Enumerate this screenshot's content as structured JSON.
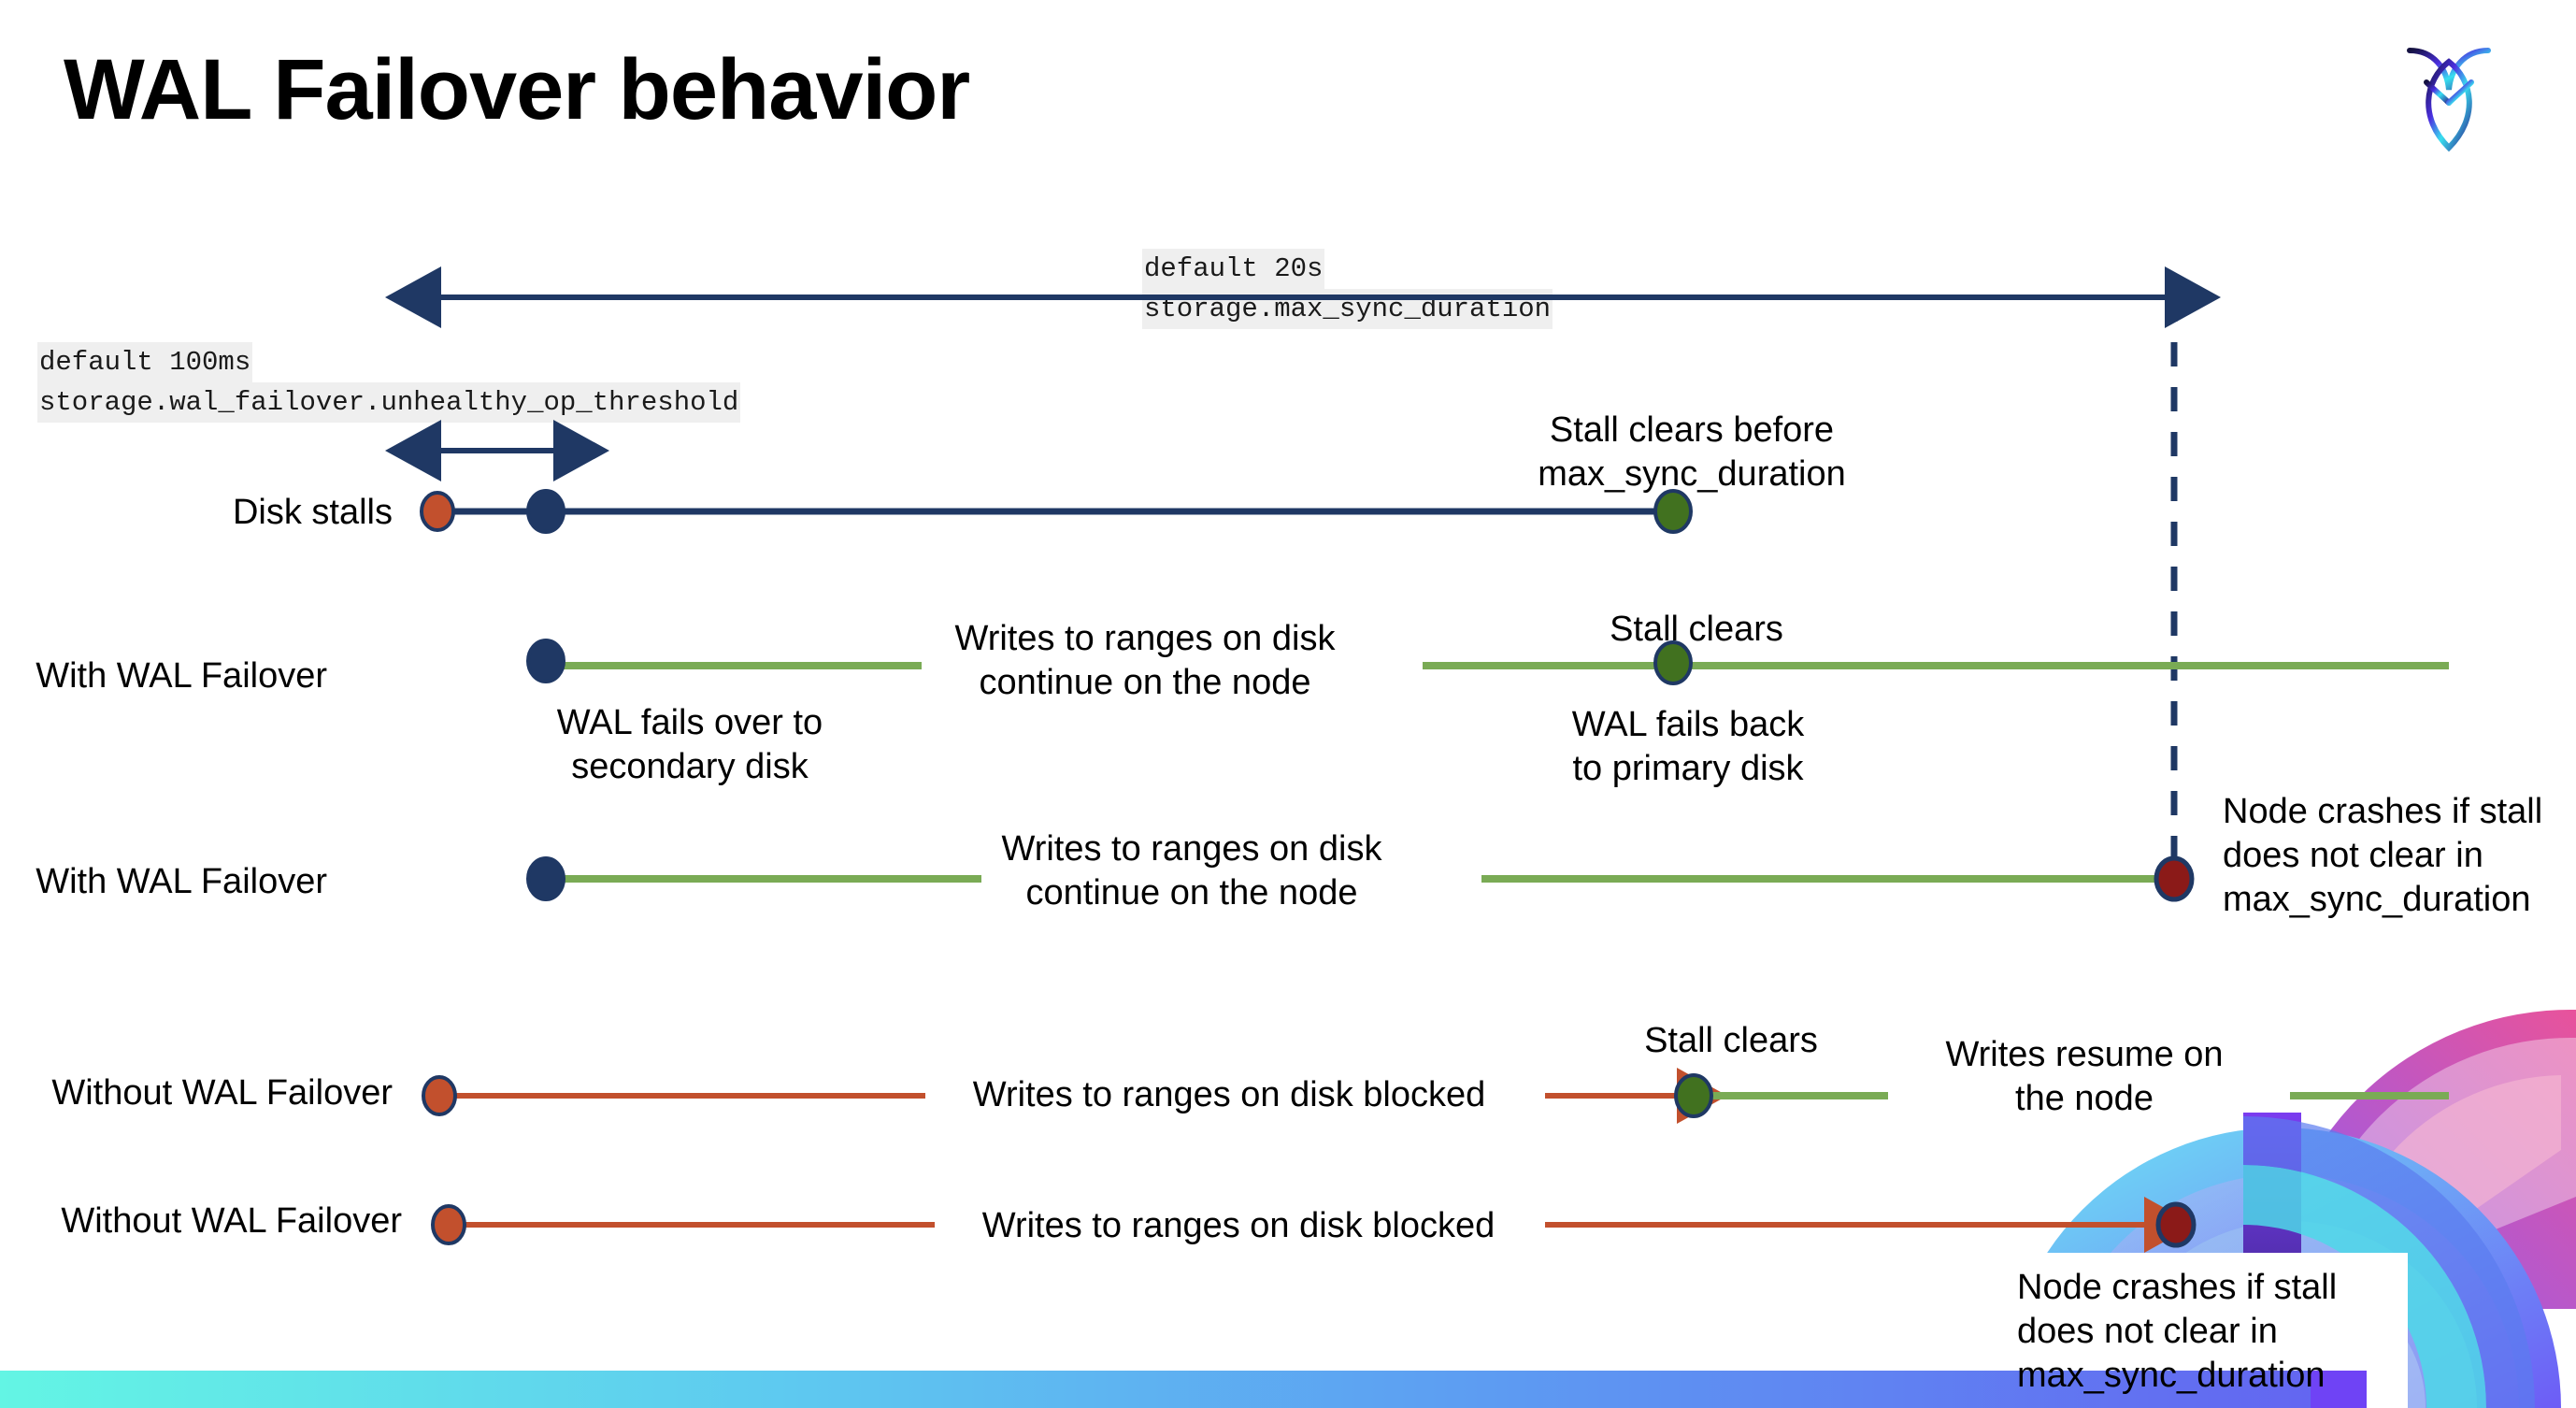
{
  "slide": {
    "title": "WAL Failover behavior",
    "logo_icon": "cockroachdb-logo"
  },
  "settings": {
    "max_sync": {
      "default_label": "default 20s",
      "setting_name": "storage.max_sync_duration"
    },
    "unhealthy_op": {
      "default_label": "default 100ms",
      "setting_name": "storage.wal_failover.unhealthy_op_threshold"
    }
  },
  "rows": [
    {
      "label": "Disk stalls"
    },
    {
      "label": "With WAL Failover"
    },
    {
      "label": "With WAL Failover"
    },
    {
      "label": "Without WAL Failover"
    },
    {
      "label": "Without WAL Failover"
    }
  ],
  "annotations": {
    "stall_clears_before": "Stall clears before\nmax_sync_duration",
    "wal_fails_over": "WAL fails over to\nsecondary disk",
    "writes_continue_1": "Writes to ranges on disk\ncontinue on the node",
    "stall_clears_1": "Stall clears",
    "wal_fails_back": "WAL fails  back\nto primary disk",
    "writes_continue_2": "Writes to ranges on disk\ncontinue on the node",
    "node_crashes_1": "Node crashes if stall\ndoes not clear in\nmax_sync_duration",
    "writes_blocked_1": "Writes to ranges on disk  blocked",
    "stall_clears_2": "Stall clears",
    "writes_resume": "Writes resume on\nthe node",
    "writes_blocked_2": "Writes to ranges on disk  blocked",
    "node_crashes_2": "Node crashes if stall\ndoes not clear in\nmax_sync_duration"
  },
  "colors": {
    "navy": "#1f3864",
    "green_line": "#7aab55",
    "green_dot": "#41711f",
    "orange": "#c2502d",
    "dark_red": "#8b1a18",
    "chip_bg": "#efefef"
  }
}
